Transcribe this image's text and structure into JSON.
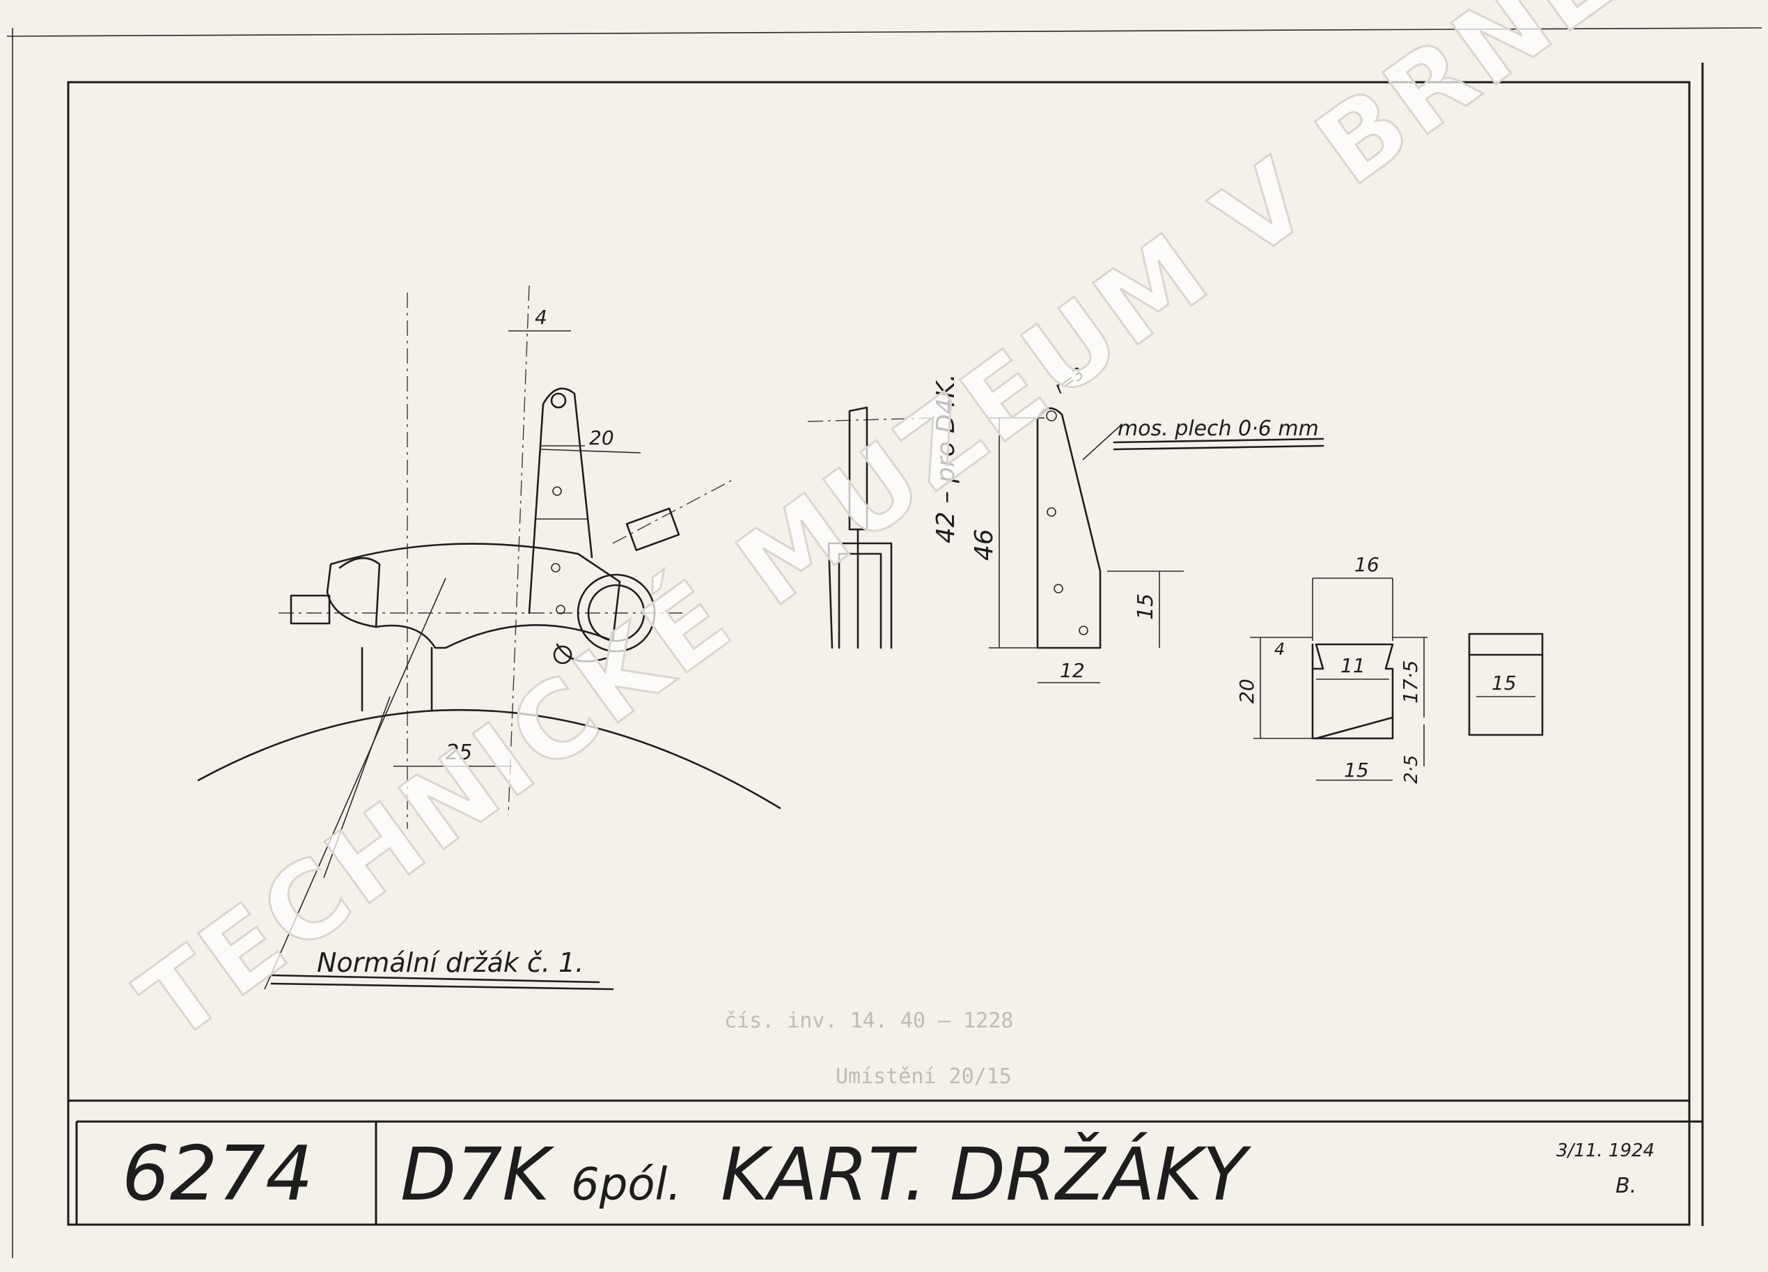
{
  "title_block": {
    "drawing_number": "6274",
    "type_code": "D7K",
    "poles": "6pól.",
    "title": "KART. DRŽÁKY",
    "date": "3/11. 1924",
    "initial": "B."
  },
  "annotations": {
    "normal_holder": "Normální držák č. 1.",
    "material": "mos. plech 0·6 mm",
    "variant_note": "42 – pro D4K.",
    "radius": "r=3"
  },
  "dimensions": {
    "d4": "4",
    "d20_top": "20",
    "d25": "25",
    "d46": "46",
    "d15_side": "15",
    "d12": "12",
    "d16": "16",
    "d4_small": "4",
    "d11": "11",
    "d20_left": "20",
    "d17_5": "17·5",
    "d2_5": "2·5",
    "d15_bottom": "15",
    "d15_box": "15"
  },
  "stamp": {
    "inventory": "čís. inv. 14. 40 – 1228",
    "placement": "Umístění 20/15"
  },
  "watermark": {
    "text": "TECHNICKÉ MUZEUM V BRNĚ"
  },
  "colors": {
    "paper": "#f3f1ea",
    "ink": "#1e1e1e"
  }
}
